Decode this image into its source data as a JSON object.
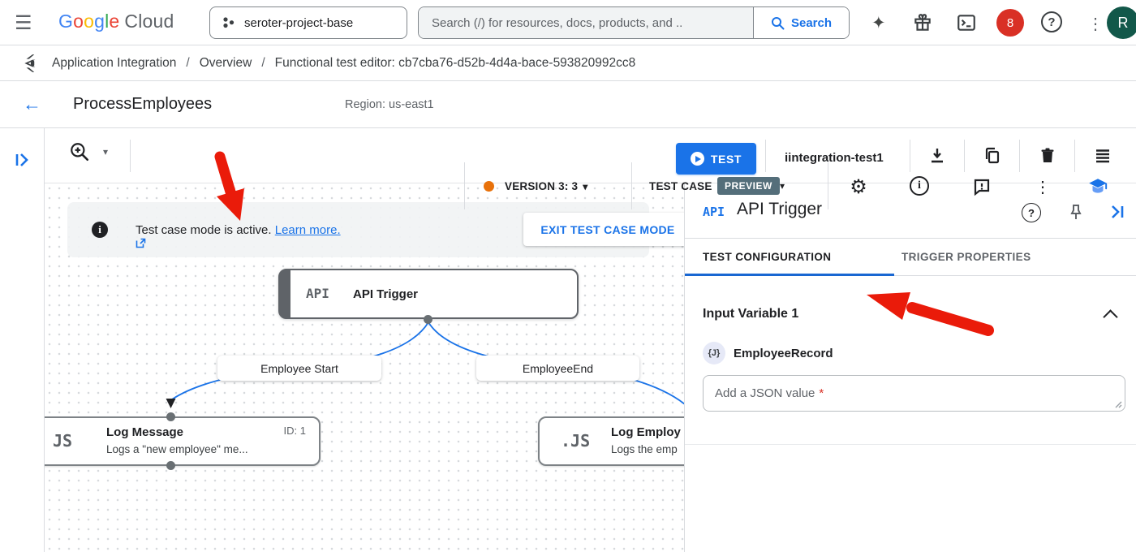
{
  "colors": {
    "accent_blue": "#1a73e8",
    "tab_underline": "#1967d2",
    "notification_red": "#d93025",
    "version_dot_orange": "#e8710a",
    "preview_badge_bg": "#546e7a",
    "avatar_green": "#12584a",
    "annotation_red": "#ea1b0a",
    "node_border_gray": "#5f6368"
  },
  "icons": {
    "hamburger": "☰",
    "gemini_sparkle": "✦",
    "gear": "⚙",
    "dots_vertical": "⋮",
    "back_arrow": "←",
    "caret_down": "▾",
    "help_mark": "?",
    "info_mark": "i",
    "shell_prompt": ">_"
  },
  "topbar": {
    "logo": [
      "G",
      "o",
      "o",
      "g",
      "l",
      "e"
    ],
    "logo_suffix": "Cloud",
    "project_name": "seroter-project-base",
    "search_placeholder": "Search (/) for resources, docs, products, and ..",
    "search_button_label": "Search",
    "notification_count": "8",
    "avatar_letter": "R"
  },
  "breadcrumb": {
    "section": "Application Integration",
    "sep1": "/",
    "page": "Overview",
    "sep2": "/",
    "detail": "Functional test editor: cb7cba76-d52b-4d4a-bace-593820992cc8"
  },
  "header": {
    "title": "ProcessEmployees",
    "region": "Region: us-east1",
    "version": "VERSION 3: 3",
    "test_case": "TEST CASE",
    "preview": "PREVIEW"
  },
  "toolbar": {
    "test_button": "TEST",
    "test_name": "iintegration-test1"
  },
  "canvas": {
    "banner": {
      "message": "Test case mode is active.",
      "link": "Learn more.",
      "exit_button": "EXIT TEST CASE MODE"
    },
    "trigger": {
      "glyph": "API",
      "title": "API Trigger"
    },
    "edge_labels": [
      "Employee Start",
      "EmployeeEnd"
    ],
    "node_left": {
      "glyph": "JS",
      "title": "Log Message",
      "subtitle": "Logs a \"new employee\" me...",
      "id": "ID: 1"
    },
    "node_right": {
      "glyph": ".JS",
      "title": "Log Employ",
      "subtitle": "Logs the emp"
    }
  },
  "panel": {
    "glyph": "API",
    "title": "API Trigger",
    "tabs": [
      "TEST CONFIGURATION",
      "TRIGGER PROPERTIES"
    ],
    "section": "Input Variable 1",
    "var_badge": "{J}",
    "var_name": "EmployeeRecord",
    "placeholder": "Add a JSON value",
    "required": "*"
  }
}
